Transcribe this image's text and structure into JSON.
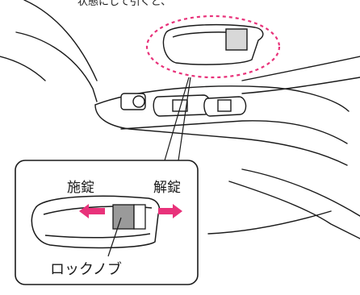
{
  "top_text": "状態にして引くと、",
  "labels": {
    "lock": "施錠",
    "unlock": "解錠",
    "knob": "ロックノブ"
  },
  "colors": {
    "arrow": "#e8327a",
    "callout_dash": "#e8327a",
    "line": "#1a1a1a",
    "knob_fill": "#9a9a9a"
  }
}
